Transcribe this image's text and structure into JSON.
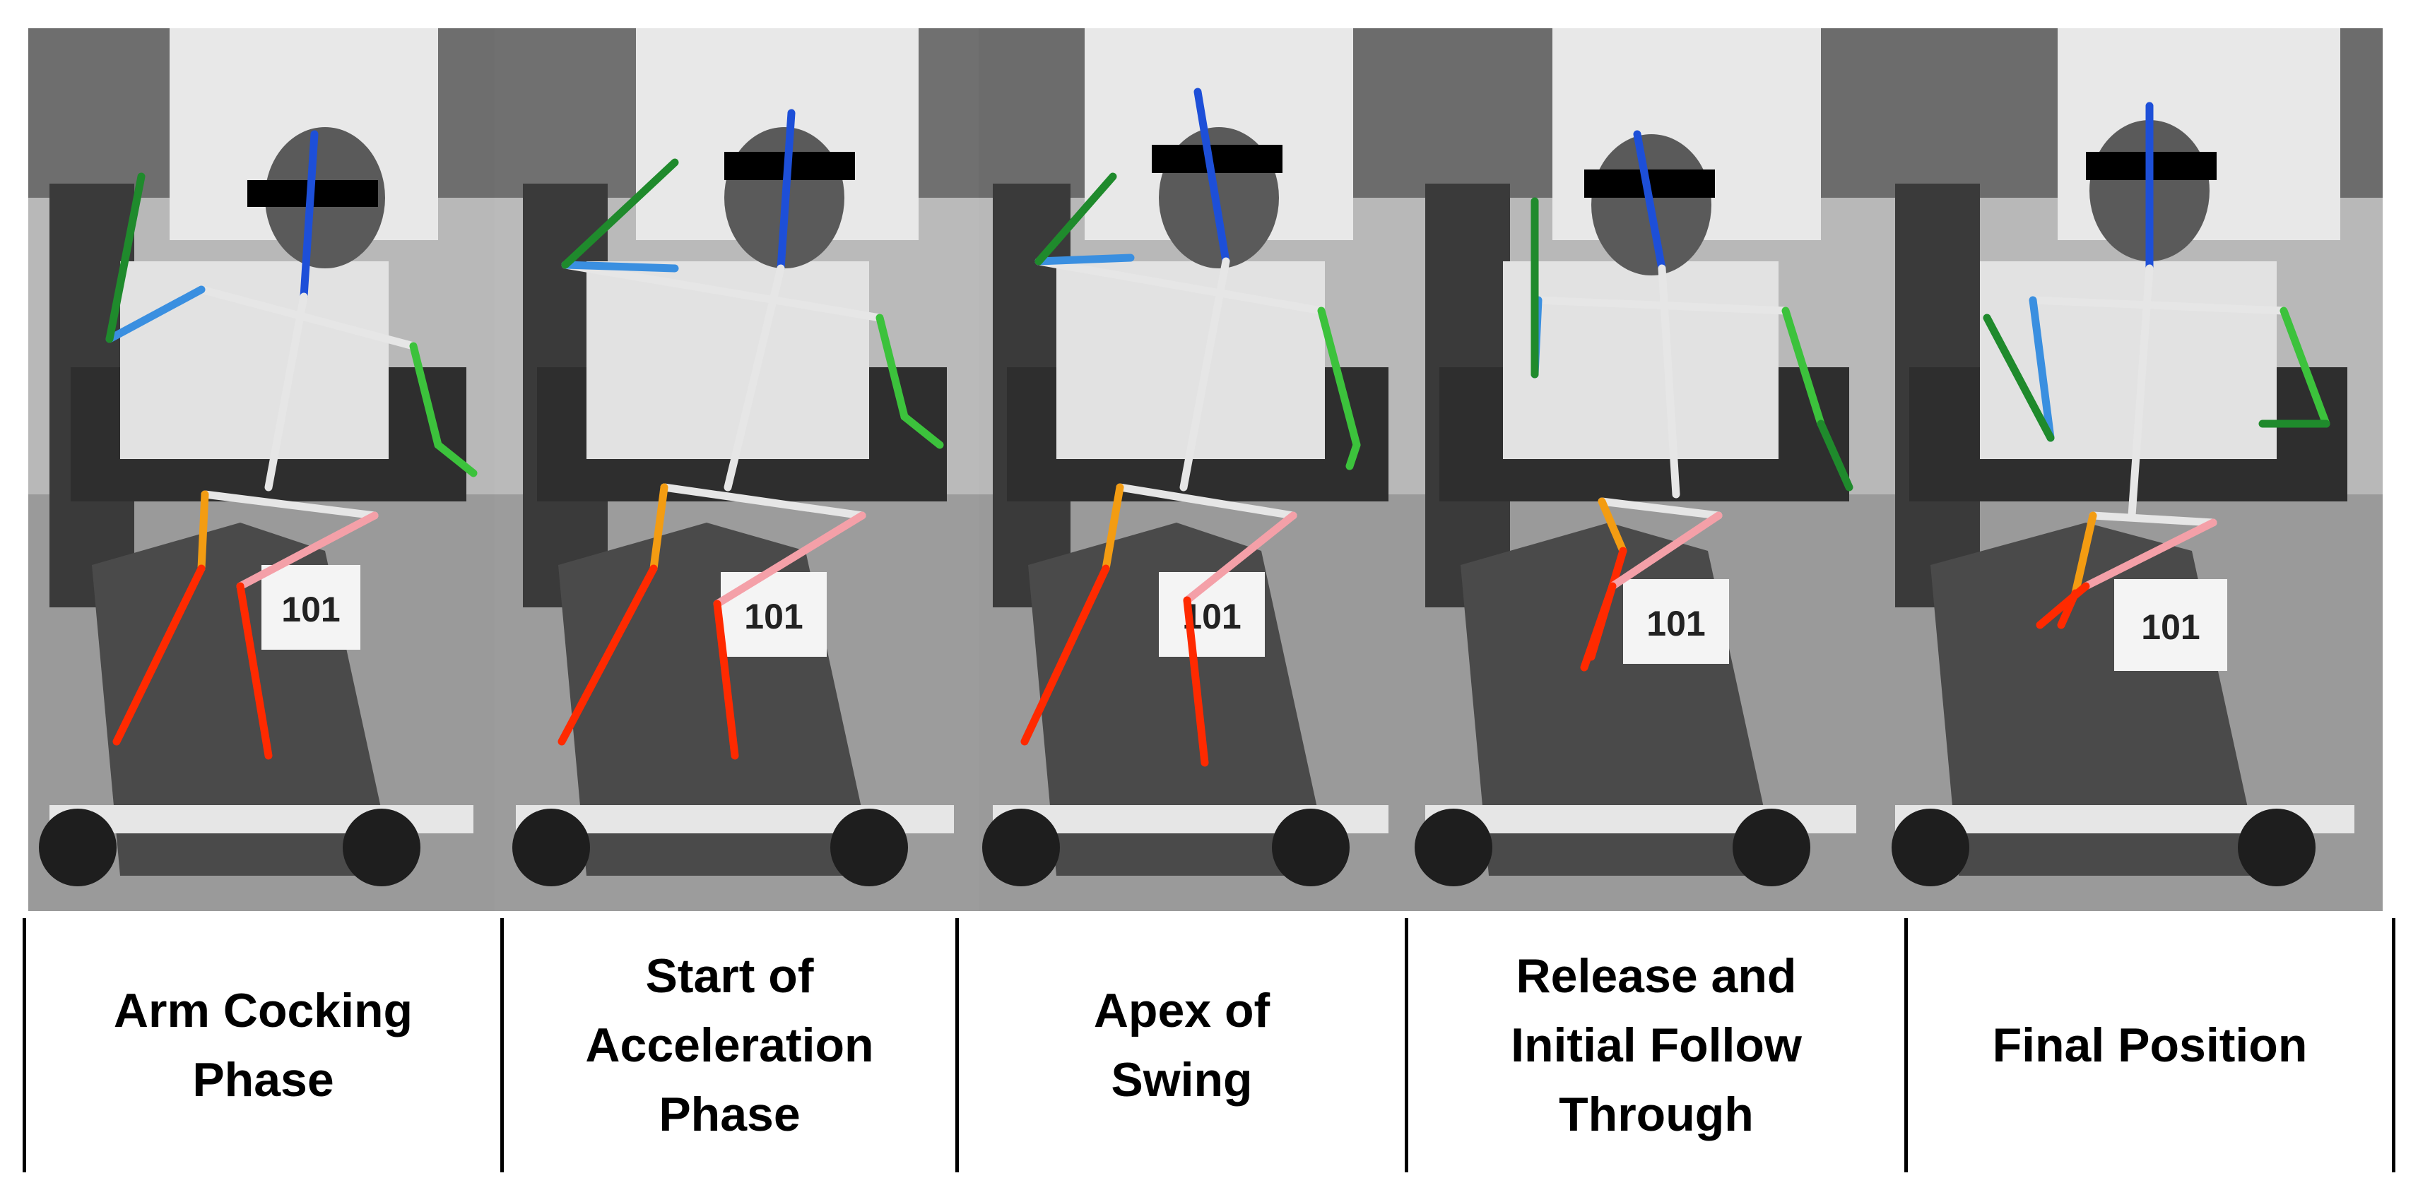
{
  "panels": [
    {
      "caption": "Arm Cocking\nPhase",
      "bib": "101"
    },
    {
      "caption": "Start of\nAcceleration\nPhase",
      "bib": "101"
    },
    {
      "caption": "Apex of\nSwing",
      "bib": "101"
    },
    {
      "caption": "Release and\nInitial Follow\nThrough",
      "bib": "101"
    },
    {
      "caption": "Final Position",
      "bib": "101"
    }
  ],
  "skeleton_colors": {
    "head_neck": "#1d4fd8",
    "shoulder_line": "#e6e6e6",
    "left_upper_arm": "#3a8fe0",
    "left_forearm": "#1f8a2c",
    "right_arm": "#3cc23c",
    "pelvis": "#e6e6e6",
    "left_thigh": "#f39c12",
    "left_shin": "#ff2a00",
    "right_thigh": "#f4a0a8",
    "right_shin": "#ff2a00",
    "eye_bar": "#000000"
  }
}
